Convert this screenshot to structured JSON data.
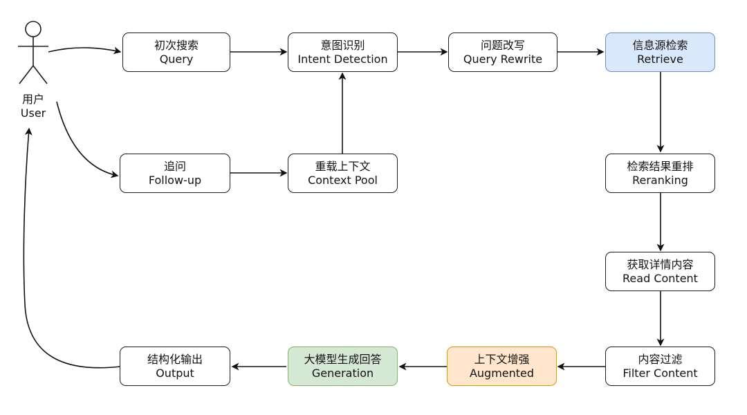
{
  "actor": {
    "label_zh": "用户",
    "label_en": "User"
  },
  "nodes": {
    "query": {
      "zh": "初次搜索",
      "en": "Query"
    },
    "intent": {
      "zh": "意图识别",
      "en": "Intent Detection"
    },
    "rewrite": {
      "zh": "问题改写",
      "en": "Query Rewrite"
    },
    "retrieve": {
      "zh": "信息源检索",
      "en": "Retrieve",
      "fill": "#dae8fc"
    },
    "followup": {
      "zh": "追问",
      "en": "Follow-up"
    },
    "context": {
      "zh": "重载上下文",
      "en": "Context Pool"
    },
    "rerank": {
      "zh": "检索结果重排",
      "en": "Reranking"
    },
    "read": {
      "zh": "获取详情内容",
      "en": "Read Content"
    },
    "filter": {
      "zh": "内容过滤",
      "en": "Filter Content"
    },
    "augment": {
      "zh": "上下文增强",
      "en": "Augmented",
      "fill": "#ffe6cc"
    },
    "generate": {
      "zh": "大模型生成回答",
      "en": "Generation",
      "fill": "#d5e8d4"
    },
    "output": {
      "zh": "结构化输出",
      "en": "Output"
    }
  }
}
